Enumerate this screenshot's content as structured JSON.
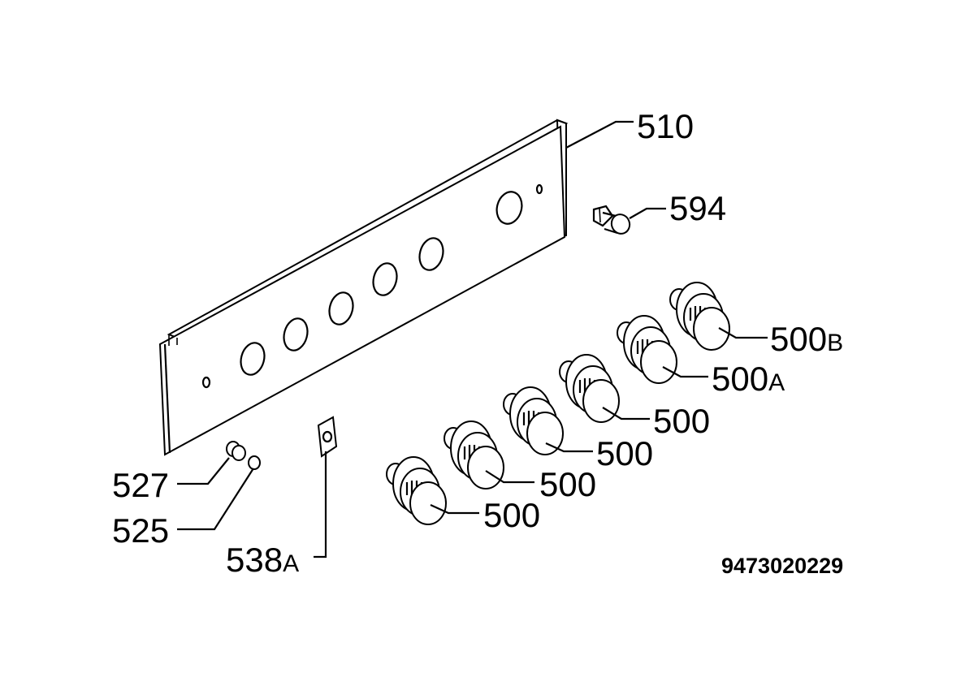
{
  "diagram": {
    "labels": {
      "panel": "510",
      "bulb": "594",
      "knob_b": "500B",
      "knob_a": "500A",
      "knob_4": "500",
      "knob_3": "500",
      "knob_2": "500",
      "knob_1": "500",
      "p527": "527",
      "p525": "525",
      "p538": "538A"
    },
    "document_id": "9473020229",
    "colors": {
      "ink": "#000000",
      "paper": "#ffffff"
    }
  }
}
